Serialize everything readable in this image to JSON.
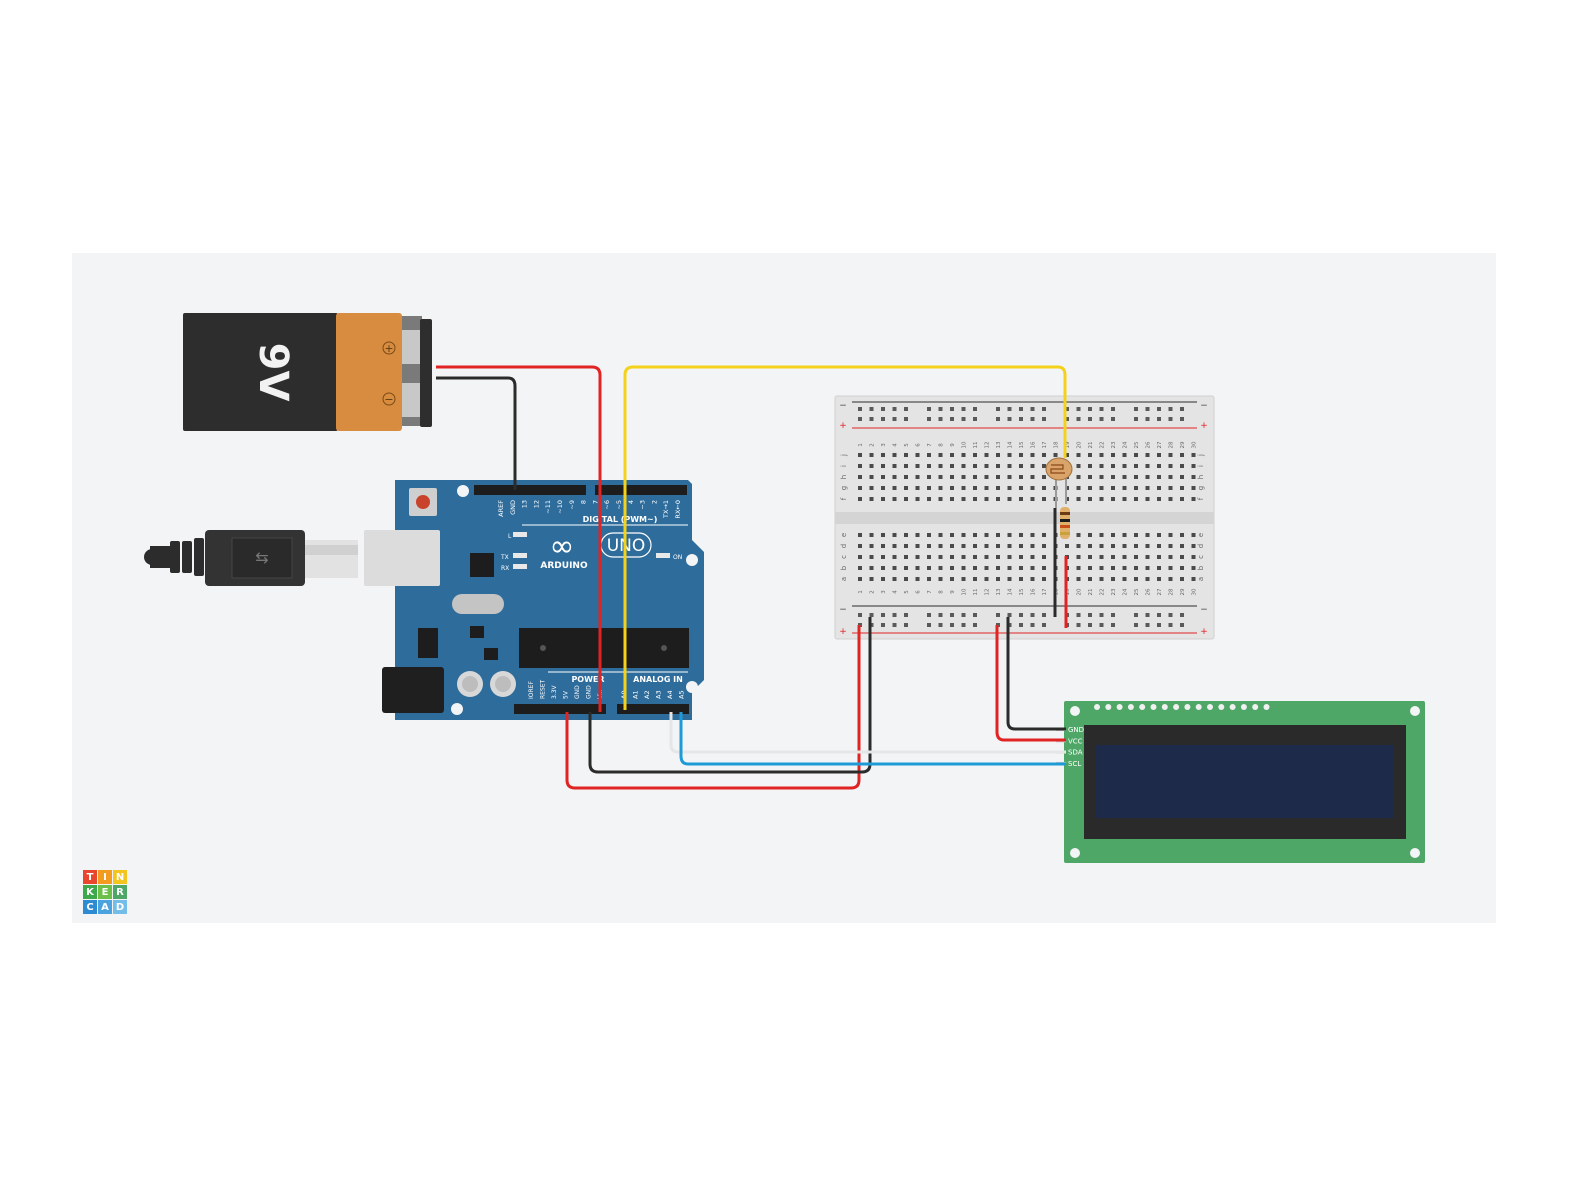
{
  "battery": {
    "label": "9V",
    "plus": "+",
    "minus": "−"
  },
  "arduino": {
    "brand": "ARDUINO",
    "model": "UNO",
    "digital_header": "DIGITAL (PWM~)",
    "power_header": "POWER",
    "analog_header": "ANALOG IN",
    "on_label": "ON",
    "leds": [
      "L",
      "TX",
      "RX"
    ],
    "top_pins": [
      "AREF",
      "GND",
      "13",
      "12",
      "~11",
      "~10",
      "~9",
      "8",
      "7",
      "~6",
      "~5",
      "4",
      "~3",
      "2",
      "TX→1",
      "RX←0"
    ],
    "power_pins": [
      "IOREF",
      "RESET",
      "3.3V",
      "5V",
      "GND",
      "GND",
      "Vin"
    ],
    "analog_pins": [
      "A0",
      "A1",
      "A2",
      "A3",
      "A4",
      "A5"
    ]
  },
  "breadboard": {
    "plus": "+",
    "minus": "−",
    "rows_top": [
      "j",
      "i",
      "h",
      "g",
      "f"
    ],
    "rows_bottom": [
      "e",
      "d",
      "c",
      "b",
      "a"
    ],
    "columns": [
      "1",
      "2",
      "3",
      "4",
      "5",
      "6",
      "7",
      "8",
      "9",
      "10",
      "11",
      "12",
      "13",
      "14",
      "15",
      "16",
      "17",
      "18",
      "19",
      "20",
      "21",
      "22",
      "23",
      "24",
      "25",
      "26",
      "27",
      "28",
      "29",
      "30"
    ]
  },
  "lcd": {
    "pins": [
      "GND",
      "VCC",
      "SDA",
      "SCL"
    ]
  },
  "logo": {
    "letters": [
      "T",
      "I",
      "N",
      "K",
      "E",
      "R",
      "C",
      "A",
      "D"
    ]
  },
  "colors": {
    "wire_red": "#e02424",
    "wire_black": "#2b2b2b",
    "wire_yellow": "#f4d21c",
    "wire_blue": "#1e9bd7",
    "wire_white": "#e6e6e6",
    "board_blue": "#2e6c9c",
    "lcd_green": "#4ea766",
    "lcd_screen": "#1e2a4a",
    "logo_cells": [
      "#e8472d",
      "#f39b1f",
      "#f4c41f",
      "#3ea94b",
      "#6cc04a",
      "#4ea766",
      "#2c8bd1",
      "#4aa3df",
      "#74bde9"
    ]
  }
}
